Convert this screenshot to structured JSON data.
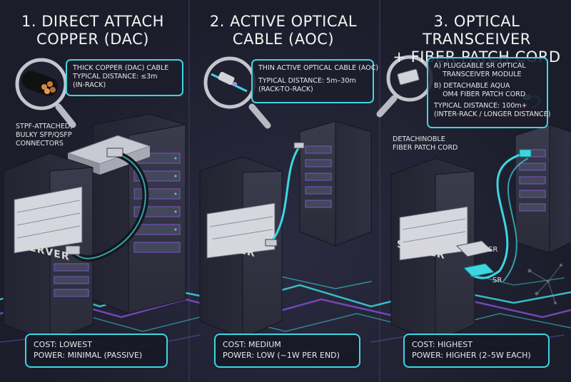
{
  "panels": [
    {
      "title_line1": "1. DIRECT ATTACH",
      "title_line2": "COPPER (DAC)",
      "callout_lines": [
        "THICK COPPER (DAC) CABLE",
        "TYPICAL DISTANCE: ≤3m",
        "(IN-RACK)"
      ],
      "side_label": "STPF-ATTACHED,\nBULKY SFP/QSFP\nCONNECTORS",
      "server_label": "SERVER",
      "cost": "COST: LOWEST",
      "power": "POWER: MINIMAL (PASSIVE)"
    },
    {
      "title_line1": "2. ACTIVE OPTICAL",
      "title_line2": "CABLE (AOC)",
      "callout_lines": [
        "THIN ACTIVE OPTICAL CABLE (AOC)",
        "",
        "TYPICAL DISTANCE: 5m–30m",
        "(RACK-TO-RACK)"
      ],
      "server_label": "SERVER",
      "cost": "COST: MEDIUM",
      "power": "POWER: LOW (~1W PER END)"
    },
    {
      "title_line1": "3. OPTICAL TRANSCEIVER",
      "title_line2": "+ FIBER PATCH CORD",
      "callout_a": "A) PLUGGABLE SR OPTICAL\n    TRANSCEIVER MODULE",
      "callout_b": "B) DETACHABLE AQUA\n    OM4 FIBER PATCH CORD",
      "callout_dist": "TYPICAL DISTANCE: 100m+\n(INTER-RACK / LONGER DISTANCE)",
      "side_label": "DETACHINOBLE\nFIBER PATCH CORD",
      "sr_label_1": "SR",
      "sr_label_2": "SR",
      "server_label": "SERVER",
      "cost": "COST: HIGHEST",
      "power": "POWER: HIGHER (2–5W EACH)"
    }
  ],
  "colors": {
    "accent_cyan": "#3dd6e0",
    "accent_purple": "#8a4fd8",
    "rack_dark": "#2c2d3b",
    "background": "#1c1d2b"
  },
  "icons": [
    "magnifier-icon",
    "copper-cable-icon",
    "aoc-cable-icon",
    "sfp-transceiver-icon",
    "fiber-connector-icon"
  ]
}
